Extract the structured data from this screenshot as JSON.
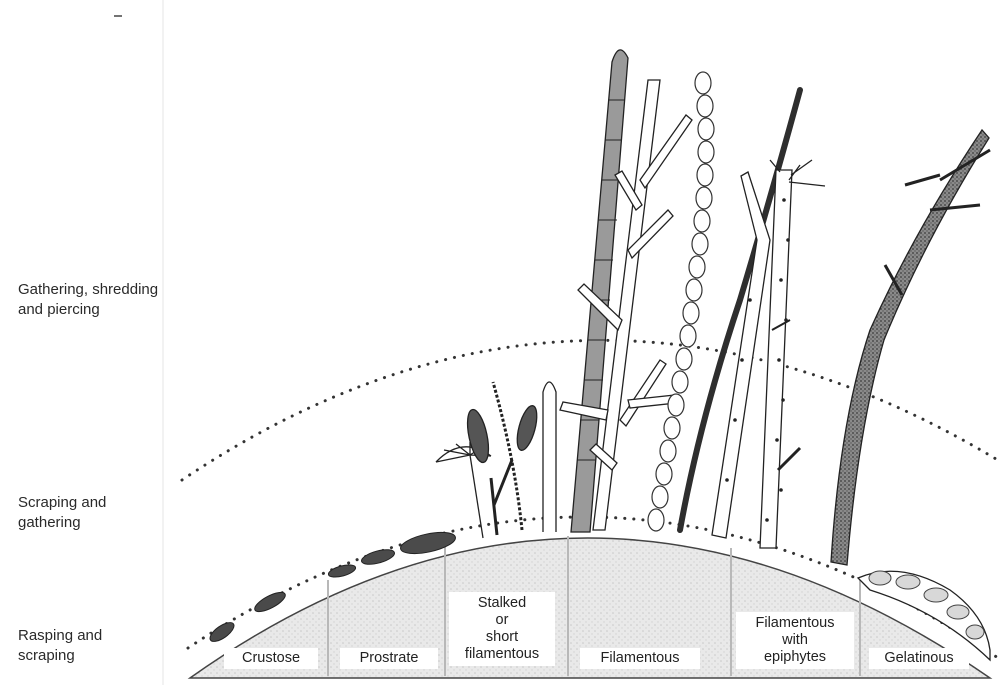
{
  "side_labels": {
    "top": "Gathering, shredding\nand piercing",
    "middle": "Scraping and\ngathering",
    "bottom": "Rasping and\nscraping"
  },
  "forms": {
    "crustose": "Crustose",
    "prostrate": "Prostrate",
    "stalked": "Stalked\nor\nshort\nfilamentous",
    "filamentous": "Filamentous",
    "filamentous_epiphytes": "Filamentous\nwith\nepiphytes",
    "gelatinous": "Gelatinous"
  }
}
